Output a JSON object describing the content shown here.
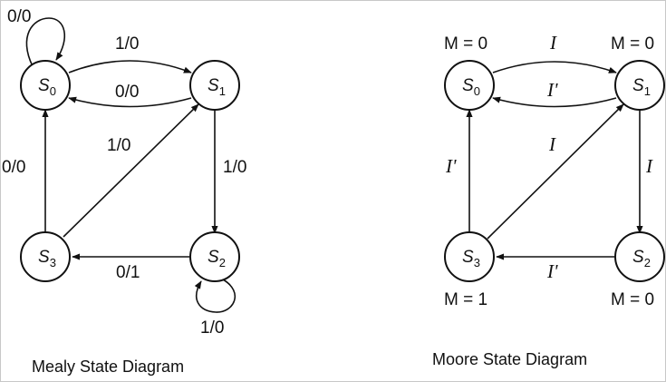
{
  "mealy": {
    "caption": "Mealy State Diagram",
    "states": {
      "s0": {
        "name": "S",
        "sub": "0"
      },
      "s1": {
        "name": "S",
        "sub": "1"
      },
      "s2": {
        "name": "S",
        "sub": "2"
      },
      "s3": {
        "name": "S",
        "sub": "3"
      }
    },
    "labels": {
      "self_s0": "0/0",
      "s0_to_s1": "1/0",
      "s1_to_s0": "0/0",
      "s3_to_s1": "1/0",
      "s3_to_s0": "0/0",
      "s1_to_s2": "1/0",
      "s2_to_s3": "0/1",
      "self_s2": "1/0"
    }
  },
  "moore": {
    "caption": "Moore State Diagram",
    "states": {
      "s0": {
        "name": "S",
        "sub": "0",
        "output": "M = 0"
      },
      "s1": {
        "name": "S",
        "sub": "1",
        "output": "M = 0"
      },
      "s2": {
        "name": "S",
        "sub": "2",
        "output": "M = 0"
      },
      "s3": {
        "name": "S",
        "sub": "3",
        "output": "M = 1"
      }
    },
    "labels": {
      "s0_to_s1": "I",
      "s1_to_s0": "I'",
      "s3_to_s1": "I",
      "s3_to_s0": "I'",
      "s1_to_s2": "I",
      "s2_to_s3": "I'"
    }
  }
}
